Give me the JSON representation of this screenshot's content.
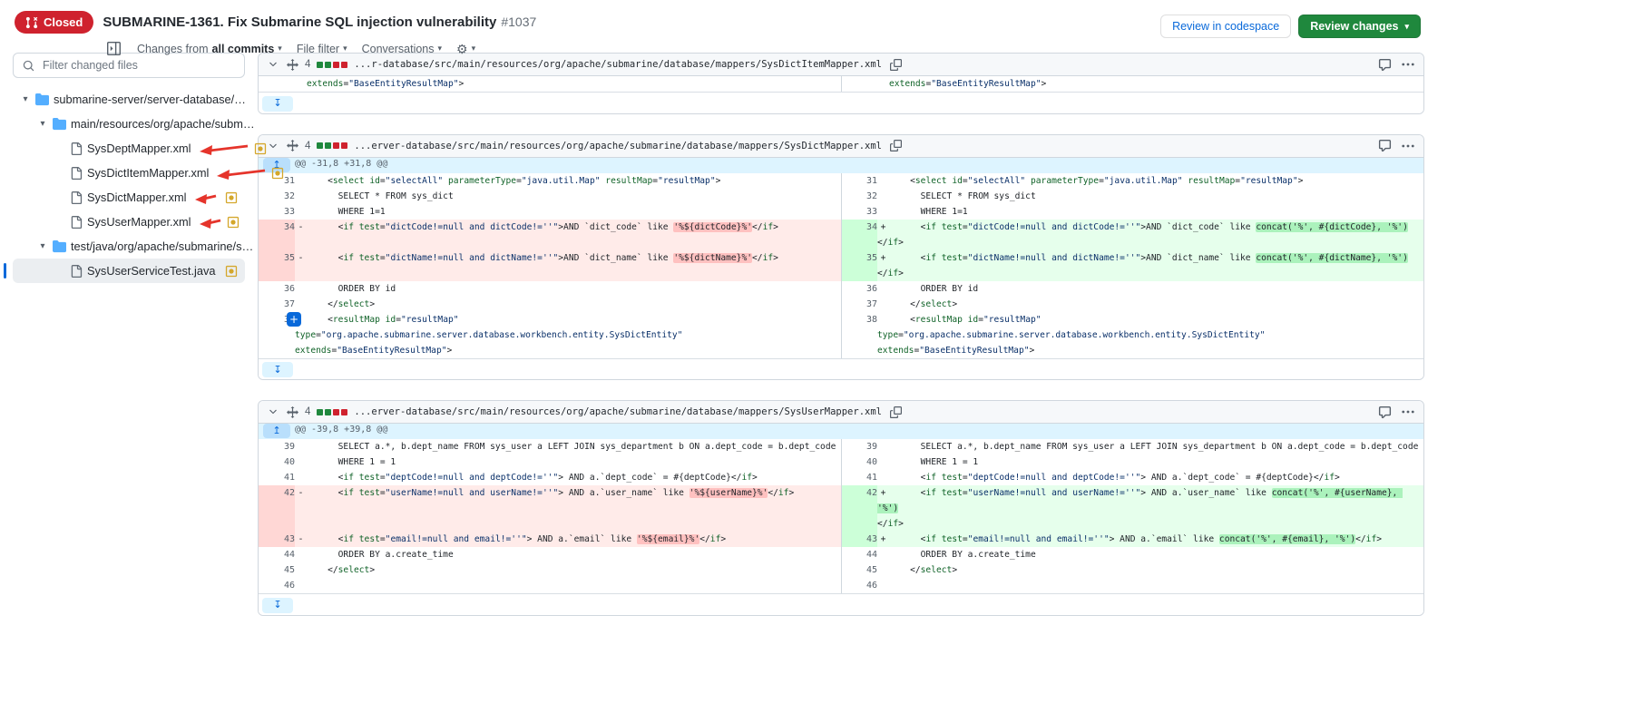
{
  "header": {
    "status": {
      "label": "Closed",
      "color": "#cf222e"
    },
    "title": "SUBMARINE-1361. Fix Submarine SQL injection vulnerability",
    "number": "#1037",
    "toolbar": {
      "changes_from_label": "Changes from",
      "commits_value": "all commits",
      "file_filter_label": "File filter",
      "conversations_label": "Conversations"
    },
    "actions": {
      "codespace": "Review in codespace",
      "review": "Review changes"
    }
  },
  "sidebar": {
    "filter_placeholder": "Filter changed files",
    "tree": [
      {
        "label": "submarine-server/server-database/…",
        "type": "folder",
        "depth": 0
      },
      {
        "label": "main/resources/org/apache/subm…",
        "type": "folder",
        "depth": 1
      },
      {
        "label": "SysDeptMapper.xml",
        "type": "file",
        "depth": 2,
        "annotation": "long"
      },
      {
        "label": "SysDictItemMapper.xml",
        "type": "file",
        "depth": 2,
        "annotation": "long"
      },
      {
        "label": "SysDictMapper.xml",
        "type": "file",
        "depth": 2,
        "annotation": "short"
      },
      {
        "label": "SysUserMapper.xml",
        "type": "file",
        "depth": 2,
        "annotation": "short"
      },
      {
        "label": "test/java/org/apache/submarine/s…",
        "type": "folder",
        "depth": 1
      },
      {
        "label": "SysUserServiceTest.java",
        "type": "file",
        "depth": 2,
        "selected": true
      }
    ]
  },
  "colors": {
    "addition_line": "#e6ffec",
    "addition_word": "#abf2bc",
    "deletion_line": "#ffebe9",
    "deletion_word": "#ffc1c0",
    "hunk_band": "#ddf4ff",
    "accent_green": "#1f883d",
    "accent_red": "#cf222e",
    "link_blue": "#0969da"
  },
  "files": [
    {
      "changes": "4",
      "path": "...r-database/src/main/resources/org/apache/submarine/database/mappers/SysDictItemMapper.xml",
      "hunk": null,
      "rows": [
        {
          "left": {
            "n": null,
            "type": "ctx",
            "text": "extends=\"BaseEntityResultMap\">"
          },
          "right": {
            "n": null,
            "type": "ctx",
            "text": "extends=\"BaseEntityResultMap\">"
          }
        }
      ]
    },
    {
      "changes": "4",
      "path": "...erver-database/src/main/resources/org/apache/submarine/database/mappers/SysDictMapper.xml",
      "hunk": "@@ -31,8 +31,8 @@",
      "rows": [
        {
          "left": {
            "n": 31,
            "type": "ctx",
            "text": "    <select id=\"selectAll\" parameterType=\"java.util.Map\" resultMap=\"resultMap\">"
          },
          "right": {
            "n": 31,
            "type": "ctx",
            "text": "    <select id=\"selectAll\" parameterType=\"java.util.Map\" resultMap=\"resultMap\">"
          }
        },
        {
          "left": {
            "n": 32,
            "type": "ctx",
            "text": "      SELECT * FROM sys_dict"
          },
          "right": {
            "n": 32,
            "type": "ctx",
            "text": "      SELECT * FROM sys_dict"
          }
        },
        {
          "left": {
            "n": 33,
            "type": "ctx",
            "text": "      WHERE 1=1"
          },
          "right": {
            "n": 33,
            "type": "ctx",
            "text": "      WHERE 1=1"
          }
        },
        {
          "left": {
            "n": 34,
            "type": "del",
            "text": "      <if test=\"dictCode!=null and dictCode!=''\">AND `dict_code` like '%${dictCode}%'</if>",
            "mark": "'%${dictCode}%'"
          },
          "right": {
            "n": 34,
            "type": "add",
            "text": "      <if test=\"dictCode!=null and dictCode!=''\">AND `dict_code` like concat('%', #{dictCode}, '%')\n</if>",
            "mark": "concat('%', #{dictCode}, '%')"
          }
        },
        {
          "left": {
            "n": 35,
            "type": "del",
            "text": "      <if test=\"dictName!=null and dictName!=''\">AND `dict_name` like '%${dictName}%'</if>",
            "mark": "'%${dictName}%'"
          },
          "right": {
            "n": 35,
            "type": "add",
            "text": "      <if test=\"dictName!=null and dictName!=''\">AND `dict_name` like concat('%', #{dictName}, '%')\n</if>",
            "mark": "concat('%', #{dictName}, '%')"
          }
        },
        {
          "left": {
            "n": 36,
            "type": "ctx",
            "text": "      ORDER BY id"
          },
          "right": {
            "n": 36,
            "type": "ctx",
            "text": "      ORDER BY id"
          }
        },
        {
          "left": {
            "n": 37,
            "type": "ctx",
            "text": "    </select>"
          },
          "right": {
            "n": 37,
            "type": "ctx",
            "text": "    </select>"
          }
        },
        {
          "left": {
            "n": 38,
            "type": "ctx",
            "plus": true,
            "text": "    <resultMap id=\"resultMap\"\ntype=\"org.apache.submarine.server.database.workbench.entity.SysDictEntity\"\nextends=\"BaseEntityResultMap\">"
          },
          "right": {
            "n": 38,
            "type": "ctx",
            "text": "    <resultMap id=\"resultMap\"\ntype=\"org.apache.submarine.server.database.workbench.entity.SysDictEntity\"\nextends=\"BaseEntityResultMap\">"
          }
        }
      ]
    },
    {
      "changes": "4",
      "path": "...erver-database/src/main/resources/org/apache/submarine/database/mappers/SysUserMapper.xml",
      "hunk": "@@ -39,8 +39,8 @@",
      "rows": [
        {
          "left": {
            "n": 39,
            "type": "ctx",
            "text": "      SELECT a.*, b.dept_name FROM sys_user a LEFT JOIN sys_department b ON a.dept_code = b.dept_code"
          },
          "right": {
            "n": 39,
            "type": "ctx",
            "text": "      SELECT a.*, b.dept_name FROM sys_user a LEFT JOIN sys_department b ON a.dept_code = b.dept_code"
          }
        },
        {
          "left": {
            "n": 40,
            "type": "ctx",
            "text": "      WHERE 1 = 1"
          },
          "right": {
            "n": 40,
            "type": "ctx",
            "text": "      WHERE 1 = 1"
          }
        },
        {
          "left": {
            "n": 41,
            "type": "ctx",
            "text": "      <if test=\"deptCode!=null and deptCode!=''\"> AND a.`dept_code` = #{deptCode}</if>"
          },
          "right": {
            "n": 41,
            "type": "ctx",
            "text": "      <if test=\"deptCode!=null and deptCode!=''\"> AND a.`dept_code` = #{deptCode}</if>"
          }
        },
        {
          "left": {
            "n": 42,
            "type": "del",
            "text": "      <if test=\"userName!=null and userName!=''\"> AND a.`user_name` like '%${userName}%'</if>",
            "mark": "'%${userName}%'"
          },
          "right": {
            "n": 42,
            "type": "add",
            "text": "      <if test=\"userName!=null and userName!=''\"> AND a.`user_name` like concat('%', #{userName}, '%')\n</if>",
            "mark": "concat('%', #{userName}, '%')"
          }
        },
        {
          "left": {
            "n": 43,
            "type": "del",
            "text": "      <if test=\"email!=null and email!=''\"> AND a.`email` like '%${email}%'</if>",
            "mark": "'%${email}%'"
          },
          "right": {
            "n": 43,
            "type": "add",
            "text": "      <if test=\"email!=null and email!=''\"> AND a.`email` like concat('%', #{email}, '%')</if>",
            "mark": "concat('%', #{email}, '%')"
          }
        },
        {
          "left": {
            "n": 44,
            "type": "ctx",
            "text": "      ORDER BY a.create_time"
          },
          "right": {
            "n": 44,
            "type": "ctx",
            "text": "      ORDER BY a.create_time"
          }
        },
        {
          "left": {
            "n": 45,
            "type": "ctx",
            "text": "    </select>"
          },
          "right": {
            "n": 45,
            "type": "ctx",
            "text": "    </select>"
          }
        },
        {
          "left": {
            "n": 46,
            "type": "ctx",
            "text": ""
          },
          "right": {
            "n": 46,
            "type": "ctx",
            "text": ""
          }
        }
      ]
    }
  ]
}
